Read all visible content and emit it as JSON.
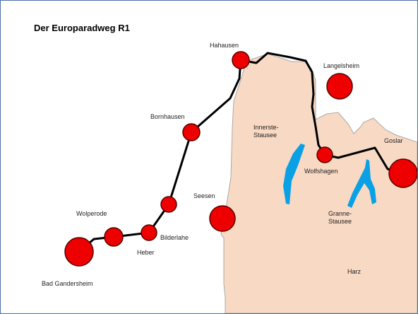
{
  "title": "Der Europaradweg R1",
  "colors": {
    "harz_fill": "#f8d9c4",
    "harz_stroke": "#a9a9a9",
    "route": "#000000",
    "town_fill": "#ee0000",
    "town_stroke": "#5a0000",
    "reservoir": "#0aa0e6",
    "border": "#4a6fa5"
  },
  "route_towns": [
    "Bad Gandersheim",
    "Wolperode",
    "Heber",
    "Bilderlahe",
    "Bornhausen",
    "Hahausen",
    "Wolfshagen",
    "Goslar"
  ],
  "other_towns": [
    "Seesen",
    "Langelsheim"
  ],
  "labels": {
    "bad_gandersheim": "Bad Gandersheim",
    "wolperode": "Wolperode",
    "heber": "Heber",
    "bilderlahe": "Bilderlahe",
    "seesen": "Seesen",
    "bornhausen": "Bornhausen",
    "hahausen": "Hahausen",
    "langelsheim": "Langelsheim",
    "innerste_stausee": "Innerste-\nStausee",
    "wolfshagen": "Wolfshagen",
    "goslar": "Goslar",
    "granne_stausee": "Granne-\nStausee",
    "harz": "Harz"
  }
}
